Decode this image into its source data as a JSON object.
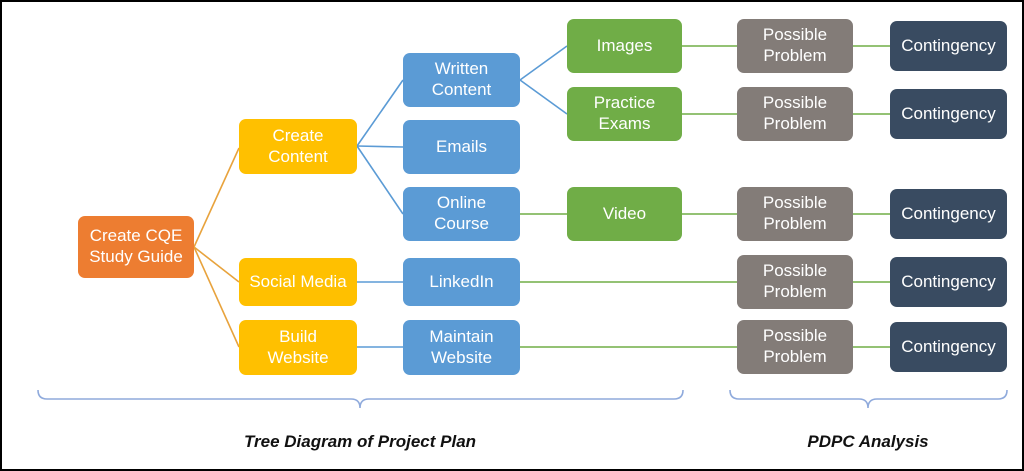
{
  "nodes": {
    "root": "Create CQE Study Guide",
    "create_content": "Create Content",
    "social_media": "Social Media",
    "build_website": "Build Website",
    "written_content": "Written Content",
    "emails": "Emails",
    "online_course": "Online Course",
    "linkedin": "LinkedIn",
    "maintain_website": "Maintain Website",
    "images": "Images",
    "practice_exams": "Practice Exams",
    "video": "Video",
    "possible_problem": "Possible Problem",
    "contingency": "Contingency"
  },
  "captions": {
    "left": "Tree Diagram of Project Plan",
    "right": "PDPC Analysis"
  },
  "colors": {
    "root_box": "#ED7D31",
    "level2_box": "#FFC000",
    "level3_box": "#5B9BD5",
    "level4_box": "#70AD47",
    "problem_box": "#837C78",
    "contingency_box": "#394B61",
    "connector_orange": "#E8A33D",
    "connector_blue": "#5B9BD5",
    "connector_green": "#70AD47",
    "brace": "#8FAADC",
    "frame": "#000000"
  }
}
